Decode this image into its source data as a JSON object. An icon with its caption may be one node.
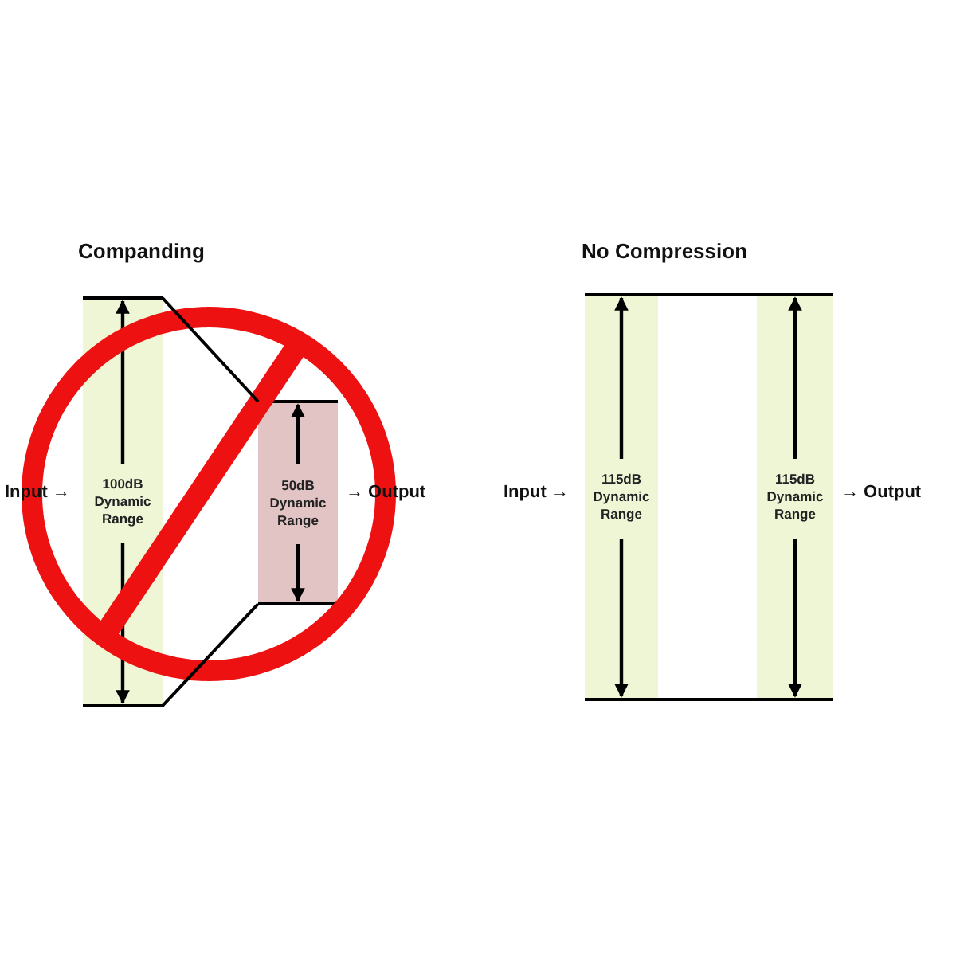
{
  "diagram": {
    "nodes": [
      {
        "text": [
          "100dB Dynamic Range"
        ]
      },
      {
        "text": [
          "50dB Dynamic Range"
        ]
      },
      {
        "text": [
          "115dB Dynamic Range"
        ]
      },
      {
        "text": [
          "115dB Dynamic Range"
        ]
      }
    ],
    "edges": [
      {
        "from": 0,
        "to": 1,
        "arrow": "none"
      },
      {
        "from": 0,
        "to": 1,
        "arrow": "none"
      },
      {
        "from": 2,
        "to": 3,
        "arrow": "none"
      },
      {
        "from": 2,
        "to": 3,
        "arrow": "none"
      }
    ],
    "labels": [
      "Companding",
      "No Compression",
      "Input →",
      "→ Output",
      "Input →",
      "→ Output"
    ]
  }
}
